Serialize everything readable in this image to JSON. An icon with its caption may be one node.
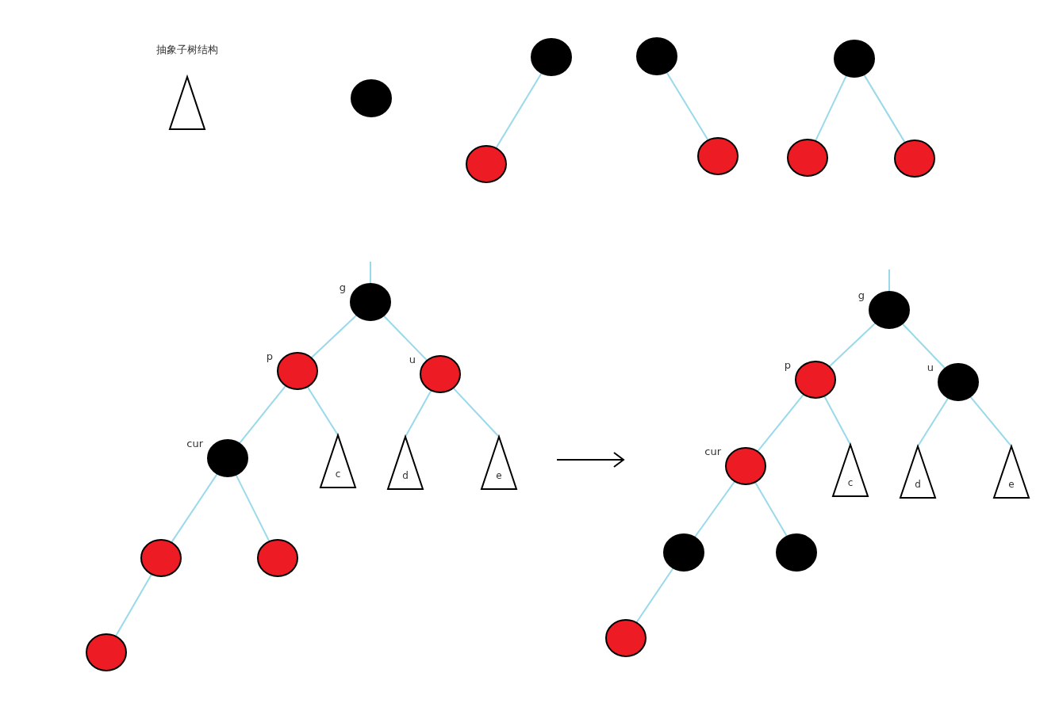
{
  "diagram": {
    "nodes": [
      {
        "text": [
          "抽象子树结构"
        ]
      },
      {
        "text": [],
        "shape": "circle"
      },
      {
        "text": [],
        "shape": "circle"
      },
      {
        "text": [],
        "shape": "circle"
      },
      {
        "text": [],
        "shape": "circle"
      },
      {
        "text": [],
        "shape": "circle"
      },
      {
        "text": [],
        "shape": "circle"
      },
      {
        "text": [],
        "shape": "circle"
      },
      {
        "text": [],
        "shape": "circle"
      },
      {
        "text": [],
        "shape": "circle",
        "beside": [
          "g"
        ]
      },
      {
        "text": [],
        "shape": "circle",
        "beside": [
          "p"
        ]
      },
      {
        "text": [],
        "shape": "circle",
        "beside": [
          "u"
        ]
      },
      {
        "text": [],
        "shape": "circle",
        "beside": [
          "cur"
        ]
      },
      {
        "text": [
          "c"
        ]
      },
      {
        "text": [
          "d"
        ]
      },
      {
        "text": [
          "e"
        ]
      },
      {
        "text": [],
        "shape": "circle"
      },
      {
        "text": [],
        "shape": "circle"
      },
      {
        "text": [],
        "shape": "circle"
      },
      {
        "text": [],
        "shape": "circle",
        "beside": [
          "g"
        ]
      },
      {
        "text": [],
        "shape": "circle",
        "beside": [
          "p"
        ]
      },
      {
        "text": [],
        "shape": "circle",
        "beside": [
          "u"
        ]
      },
      {
        "text": [],
        "shape": "circle",
        "beside": [
          "cur"
        ]
      },
      {
        "text": [
          "c"
        ]
      },
      {
        "text": [
          "d"
        ]
      },
      {
        "text": [
          "e"
        ]
      },
      {
        "text": [],
        "shape": "circle"
      },
      {
        "text": [],
        "shape": "circle"
      },
      {
        "text": [],
        "shape": "circle"
      }
    ],
    "edges": [
      {
        "from": 2,
        "to": 3,
        "arrow": "none"
      },
      {
        "from": 4,
        "to": 5,
        "arrow": "none"
      },
      {
        "from": 6,
        "to": 7,
        "arrow": "none"
      },
      {
        "from": 6,
        "to": 8,
        "arrow": "none"
      },
      {
        "from": null,
        "to": 9,
        "arrow": "none"
      },
      {
        "from": 9,
        "to": 10,
        "arrow": "none"
      },
      {
        "from": 9,
        "to": 11,
        "arrow": "none"
      },
      {
        "from": 10,
        "to": 12,
        "arrow": "none"
      },
      {
        "from": 10,
        "to": 13,
        "arrow": "none"
      },
      {
        "from": 11,
        "to": 14,
        "arrow": "none"
      },
      {
        "from": 11,
        "to": 15,
        "arrow": "none"
      },
      {
        "from": 12,
        "to": 16,
        "arrow": "none"
      },
      {
        "from": 12,
        "to": 17,
        "arrow": "none"
      },
      {
        "from": 16,
        "to": 18,
        "arrow": "none"
      },
      {
        "from": null,
        "to": 19,
        "arrow": "none"
      },
      {
        "from": 19,
        "to": 20,
        "arrow": "none"
      },
      {
        "from": 19,
        "to": 21,
        "arrow": "none"
      },
      {
        "from": 20,
        "to": 22,
        "arrow": "none"
      },
      {
        "from": 20,
        "to": 23,
        "arrow": "none"
      },
      {
        "from": 21,
        "to": 24,
        "arrow": "none"
      },
      {
        "from": 21,
        "to": 25,
        "arrow": "none"
      },
      {
        "from": 22,
        "to": 26,
        "arrow": "none"
      },
      {
        "from": 22,
        "to": 27,
        "arrow": "none"
      },
      {
        "from": 26,
        "to": 28,
        "arrow": "none"
      }
    ]
  }
}
